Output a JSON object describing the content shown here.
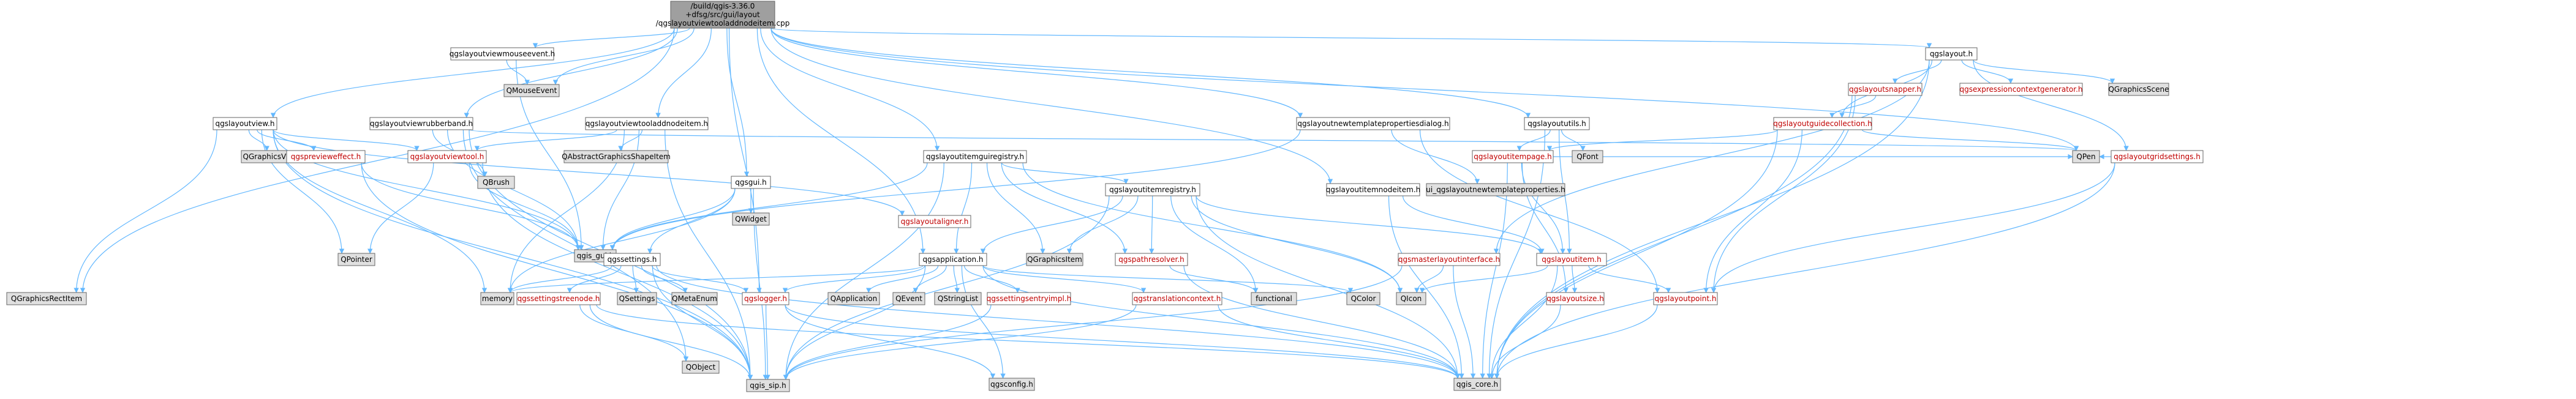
{
  "graph": {
    "colors": {
      "root_fill": "#9f9f9f",
      "node_fill": "#ffffff",
      "system_fill": "#e0e0e0",
      "border": "#666666",
      "edge": "#63b8ff",
      "text": "#000000",
      "link_text": "#c00000"
    },
    "nodes": [
      {
        "id": "root",
        "kind": "root",
        "lines": [
          "/build/qgis-3.36.0",
          "+dfsg/src/gui/layout",
          "/qgslayoutviewtooladdnodeitem.cpp"
        ]
      },
      {
        "id": "n_viewmouseevent",
        "kind": "plain",
        "lines": [
          "qgslayoutviewmouseevent.h"
        ]
      },
      {
        "id": "n_qmouseevent",
        "kind": "system",
        "lines": [
          "QMouseEvent"
        ]
      },
      {
        "id": "n_layoutview",
        "kind": "plain",
        "lines": [
          "qgslayoutview.h"
        ]
      },
      {
        "id": "n_rubberband",
        "kind": "plain",
        "lines": [
          "qgslayoutviewrubberband.h"
        ]
      },
      {
        "id": "n_tooladdnode_h",
        "kind": "plain",
        "lines": [
          "qgslayoutviewtooladdnodeitem.h"
        ]
      },
      {
        "id": "n_qgsgui",
        "kind": "plain",
        "lines": [
          "qgsgui.h"
        ]
      },
      {
        "id": "n_itemregistry_gui",
        "kind": "plain",
        "lines": [
          "qgslayoutitemguiregistry.h"
        ]
      },
      {
        "id": "n_newtemplateprops",
        "kind": "plain",
        "lines": [
          "qgslayoutnewtemplatepropertiesdialog.h"
        ]
      },
      {
        "id": "n_layoututils",
        "kind": "plain",
        "lines": [
          "qgslayoututils.h"
        ]
      },
      {
        "id": "n_layout",
        "kind": "plain",
        "lines": [
          "qgslayout.h"
        ]
      },
      {
        "id": "n_qgraphicsview",
        "kind": "system",
        "lines": [
          "QGraphicsView"
        ]
      },
      {
        "id": "n_preview",
        "kind": "link",
        "lines": [
          "qgspreviewеffect.h"
        ]
      },
      {
        "id": "n_viewtool",
        "kind": "link",
        "lines": [
          "qgslayoutviewtool.h"
        ]
      },
      {
        "id": "n_qbrush",
        "kind": "system",
        "lines": [
          "QBrush"
        ]
      },
      {
        "id": "n_qabstractgraphics",
        "kind": "system",
        "lines": [
          "QAbstractGraphicsShapeItem"
        ]
      },
      {
        "id": "n_qwidget",
        "kind": "system",
        "lines": [
          "QWidget"
        ]
      },
      {
        "id": "n_aligner",
        "kind": "link",
        "lines": [
          "qgslayoutaligner.h"
        ]
      },
      {
        "id": "n_itempage",
        "kind": "link",
        "lines": [
          "qgslayoutitempage.h"
        ]
      },
      {
        "id": "n_qfont",
        "kind": "system",
        "lines": [
          "QFont"
        ]
      },
      {
        "id": "n_snapper",
        "kind": "link",
        "lines": [
          "qgslayoutsnapper.h"
        ]
      },
      {
        "id": "n_expressionctx",
        "kind": "link",
        "lines": [
          "qgsexpressioncontextgenerator.h"
        ]
      },
      {
        "id": "n_qgraphicsscene",
        "kind": "system",
        "lines": [
          "QGraphicsScene"
        ]
      },
      {
        "id": "n_guidecoll",
        "kind": "link",
        "lines": [
          "qgslayoutguidecollection.h"
        ]
      },
      {
        "id": "n_gridsettings",
        "kind": "link",
        "lines": [
          "qgslayoutgridsettings.h"
        ]
      },
      {
        "id": "n_qpen",
        "kind": "system",
        "lines": [
          "QPen"
        ]
      },
      {
        "id": "n_qpointer",
        "kind": "system",
        "lines": [
          "QPointer"
        ]
      },
      {
        "id": "n_qgsgui_sys",
        "kind": "system",
        "lines": [
          "qgis_gui.h"
        ]
      },
      {
        "id": "n_itemregistry",
        "kind": "plain",
        "lines": [
          "qgslayoutitemregistry.h"
        ]
      },
      {
        "id": "n_uinewtemplate",
        "kind": "system",
        "lines": [
          "ui_qgslayoutnewtemplateproperties.h"
        ]
      },
      {
        "id": "n_itemnodeitem",
        "kind": "plain",
        "lines": [
          "qgslayoutitemnodeitem.h"
        ]
      },
      {
        "id": "n_settings",
        "kind": "plain",
        "lines": [
          "qgssettings.h"
        ]
      },
      {
        "id": "n_qgsapplication",
        "kind": "plain",
        "lines": [
          "qgsapplication.h"
        ]
      },
      {
        "id": "n_qgraphicsitem",
        "kind": "system",
        "lines": [
          "QGraphicsItem"
        ]
      },
      {
        "id": "n_pathresolver",
        "kind": "link",
        "lines": [
          "qgspathresolver.h"
        ]
      },
      {
        "id": "n_masterlayout",
        "kind": "link",
        "lines": [
          "qgsmasterlayoutinterface.h"
        ]
      },
      {
        "id": "n_layoutitem",
        "kind": "link",
        "lines": [
          "qgslayoutitem.h"
        ]
      },
      {
        "id": "n_qgraphicsrect",
        "kind": "system",
        "lines": [
          "QGraphicsRectItem"
        ]
      },
      {
        "id": "n_memory",
        "kind": "system",
        "lines": [
          "memory"
        ]
      },
      {
        "id": "n_settingstree",
        "kind": "link",
        "lines": [
          "qgssettingstreenode.h"
        ]
      },
      {
        "id": "n_qsettings",
        "kind": "system",
        "lines": [
          "QSettings"
        ]
      },
      {
        "id": "n_qmetaenum",
        "kind": "system",
        "lines": [
          "QMetaEnum"
        ]
      },
      {
        "id": "n_logger",
        "kind": "link",
        "lines": [
          "qgslogger.h"
        ]
      },
      {
        "id": "n_qapplication",
        "kind": "system",
        "lines": [
          "QApplication"
        ]
      },
      {
        "id": "n_qevent",
        "kind": "system",
        "lines": [
          "QEvent"
        ]
      },
      {
        "id": "n_qstringlist",
        "kind": "system",
        "lines": [
          "QStringList"
        ]
      },
      {
        "id": "n_settingsentry",
        "kind": "link",
        "lines": [
          "qgssettingsentryimpl.h"
        ]
      },
      {
        "id": "n_translation",
        "kind": "link",
        "lines": [
          "qgstranslationcontext.h"
        ]
      },
      {
        "id": "n_functional",
        "kind": "system",
        "lines": [
          "functional"
        ]
      },
      {
        "id": "n_qcolor",
        "kind": "system",
        "lines": [
          "QColor"
        ]
      },
      {
        "id": "n_qicon",
        "kind": "system",
        "lines": [
          "QIcon"
        ]
      },
      {
        "id": "n_layoutsize",
        "kind": "link",
        "lines": [
          "qgslayoutsize.h"
        ]
      },
      {
        "id": "n_layoutpoint",
        "kind": "link",
        "lines": [
          "qgslayoutpoint.h"
        ]
      },
      {
        "id": "n_qobject",
        "kind": "system",
        "lines": [
          "QObject"
        ]
      },
      {
        "id": "n_qgis_sip",
        "kind": "system",
        "lines": [
          "qgis_sip.h"
        ]
      },
      {
        "id": "n_qgsconfig",
        "kind": "system",
        "lines": [
          "qgsconfig.h"
        ]
      },
      {
        "id": "n_qgis_core",
        "kind": "system",
        "lines": [
          "qgis_core.h"
        ]
      }
    ],
    "edges": [
      [
        "root",
        "n_viewmouseevent"
      ],
      [
        "root",
        "n_qmouseevent"
      ],
      [
        "root",
        "n_layoutview"
      ],
      [
        "root",
        "n_rubberband"
      ],
      [
        "root",
        "n_tooladdnode_h"
      ],
      [
        "root",
        "n_qgsgui"
      ],
      [
        "root",
        "n_itemregistry_gui"
      ],
      [
        "root",
        "n_newtemplateprops"
      ],
      [
        "root",
        "n_layoututils"
      ],
      [
        "root",
        "n_layout"
      ],
      [
        "root",
        "n_qgraphicsrect"
      ],
      [
        "root",
        "n_logger"
      ],
      [
        "root",
        "n_qgsapplication"
      ],
      [
        "root",
        "n_itemnodeitem"
      ],
      [
        "root",
        "n_qpen"
      ],
      [
        "n_viewmouseevent",
        "n_qmouseevent"
      ],
      [
        "n_viewmouseevent",
        "n_qgsgui_sys"
      ],
      [
        "n_layoutview",
        "n_qgraphicsview"
      ],
      [
        "n_layoutview",
        "n_preview"
      ],
      [
        "n_layoutview",
        "n_viewtool"
      ],
      [
        "n_layoutview",
        "n_qgsgui_sys"
      ],
      [
        "n_layoutview",
        "n_qpointer"
      ],
      [
        "n_layoutview",
        "n_aligner"
      ],
      [
        "n_layoutview",
        "n_qgraphicsrect"
      ],
      [
        "n_layoutview",
        "n_memory"
      ],
      [
        "n_layoutview",
        "n_qgis_sip"
      ],
      [
        "n_rubberband",
        "n_qbrush"
      ],
      [
        "n_rubberband",
        "n_qgsgui_sys"
      ],
      [
        "n_rubberband",
        "n_qpen"
      ],
      [
        "n_rubberband",
        "n_qobject"
      ],
      [
        "n_rubberband",
        "n_qgis_sip"
      ],
      [
        "n_tooladdnode_h",
        "n_viewtool"
      ],
      [
        "n_tooladdnode_h",
        "n_qabstractgraphics"
      ],
      [
        "n_tooladdnode_h",
        "n_qgsgui_sys"
      ],
      [
        "n_tooladdnode_h",
        "n_memory"
      ],
      [
        "n_tooladdnode_h",
        "n_qgis_sip"
      ],
      [
        "n_qgsgui",
        "n_qwidget"
      ],
      [
        "n_qgsgui",
        "n_qgsgui_sys"
      ],
      [
        "n_qgsgui",
        "n_settings"
      ],
      [
        "n_qgsgui",
        "n_memory"
      ],
      [
        "n_qgsgui",
        "n_qgis_sip"
      ],
      [
        "n_itemregistry_gui",
        "n_qgsgui_sys"
      ],
      [
        "n_itemregistry_gui",
        "n_itemregistry"
      ],
      [
        "n_itemregistry_gui",
        "n_qgraphicsitem"
      ],
      [
        "n_itemregistry_gui",
        "n_pathresolver"
      ],
      [
        "n_itemregistry_gui",
        "n_qicon"
      ],
      [
        "n_itemregistry_gui",
        "n_qgis_sip"
      ],
      [
        "n_itemregistry_gui",
        "n_qgsapplication"
      ],
      [
        "n_newtemplateprops",
        "n_uinewtemplate"
      ],
      [
        "n_newtemplateprops",
        "n_layoutpoint"
      ],
      [
        "n_newtemplateprops",
        "n_qgsgui_sys"
      ],
      [
        "n_layoututils",
        "n_itempage"
      ],
      [
        "n_layoututils",
        "n_qfont"
      ],
      [
        "n_layoututils",
        "n_qgis_core"
      ],
      [
        "n_layoututils",
        "n_layoutitem"
      ],
      [
        "n_layout",
        "n_qgraphicsscene"
      ],
      [
        "n_layout",
        "n_snapper"
      ],
      [
        "n_layout",
        "n_expressionctx"
      ],
      [
        "n_layout",
        "n_guidecoll"
      ],
      [
        "n_layout",
        "n_gridsettings"
      ],
      [
        "n_layout",
        "n_masterlayout"
      ],
      [
        "n_layout",
        "n_qgis_core"
      ],
      [
        "n_snapper",
        "n_guidecoll"
      ],
      [
        "n_snapper",
        "n_layoutpoint"
      ],
      [
        "n_snapper",
        "n_qgis_core"
      ],
      [
        "n_guidecoll",
        "n_itempage"
      ],
      [
        "n_guidecoll",
        "n_qpen"
      ],
      [
        "n_guidecoll",
        "n_layoutpoint"
      ],
      [
        "n_guidecoll",
        "n_qgis_core"
      ],
      [
        "n_gridsettings",
        "n_qpen"
      ],
      [
        "n_gridsettings",
        "n_layoutpoint"
      ],
      [
        "n_gridsettings",
        "n_qgis_core"
      ],
      [
        "n_itempage",
        "n_layoutitem"
      ],
      [
        "n_itempage",
        "n_layoutsize"
      ],
      [
        "n_itempage",
        "n_qpen"
      ],
      [
        "n_itempage",
        "n_qgis_core"
      ],
      [
        "n_viewtool",
        "n_qpointer"
      ],
      [
        "n_viewtool",
        "n_qgsgui_sys"
      ],
      [
        "n_viewtool",
        "n_qgis_sip"
      ],
      [
        "n_preview",
        "n_qgsgui_sys"
      ],
      [
        "n_preview",
        "n_qgis_sip"
      ],
      [
        "n_itemregistry",
        "n_qgsapplication"
      ],
      [
        "n_itemregistry",
        "n_pathresolver"
      ],
      [
        "n_itemregistry",
        "n_qgraphicsitem"
      ],
      [
        "n_itemregistry",
        "n_qicon"
      ],
      [
        "n_itemregistry",
        "n_functional"
      ],
      [
        "n_itemregistry",
        "n_layoutitem"
      ],
      [
        "n_itemregistry",
        "n_qgis_core"
      ],
      [
        "n_itemregistry",
        "n_qgis_sip"
      ],
      [
        "n_itemnodeitem",
        "n_layoutitem"
      ],
      [
        "n_itemnodeitem",
        "n_qgis_core"
      ],
      [
        "n_settings",
        "n_qsettings"
      ],
      [
        "n_settings",
        "n_qmetaenum"
      ],
      [
        "n_settings",
        "n_logger"
      ],
      [
        "n_settings",
        "n_settingstree"
      ],
      [
        "n_settings",
        "n_memory"
      ],
      [
        "n_settings",
        "n_qgis_core"
      ],
      [
        "n_settings",
        "n_qgis_sip"
      ],
      [
        "n_qgsapplication",
        "n_qapplication"
      ],
      [
        "n_qgsapplication",
        "n_qevent"
      ],
      [
        "n_qgsapplication",
        "n_qstringlist"
      ],
      [
        "n_qgsapplication",
        "n_settingsentry"
      ],
      [
        "n_qgsapplication",
        "n_translation"
      ],
      [
        "n_qgsapplication",
        "n_qcolor"
      ],
      [
        "n_qgsapplication",
        "n_qgis_core"
      ],
      [
        "n_qgsapplication",
        "n_qgsconfig"
      ],
      [
        "n_qgsapplication",
        "n_qgis_sip"
      ],
      [
        "n_qgsapplication",
        "n_memory"
      ],
      [
        "n_qgsapplication",
        "n_logger"
      ],
      [
        "n_pathresolver",
        "n_functional"
      ],
      [
        "n_pathresolver",
        "n_qgis_core"
      ],
      [
        "n_masterlayout",
        "n_qicon"
      ],
      [
        "n_masterlayout",
        "n_qgis_core"
      ],
      [
        "n_masterlayout",
        "n_qgis_sip"
      ],
      [
        "n_layoutitem",
        "n_qicon"
      ],
      [
        "n_layoutitem",
        "n_layoutsize"
      ],
      [
        "n_layoutitem",
        "n_layoutpoint"
      ],
      [
        "n_layoutitem",
        "n_qgis_core"
      ],
      [
        "n_settingstree",
        "n_qobject"
      ],
      [
        "n_settingstree",
        "n_qgis_sip"
      ],
      [
        "n_settingstree",
        "n_qgis_core"
      ],
      [
        "n_logger",
        "n_qgsconfig"
      ],
      [
        "n_logger",
        "n_qgis_core"
      ],
      [
        "n_logger",
        "n_qgis_sip"
      ],
      [
        "n_translation",
        "n_qgis_core"
      ],
      [
        "n_translation",
        "n_qgis_sip"
      ],
      [
        "n_layoutsize",
        "n_qgis_core"
      ],
      [
        "n_layoutpoint",
        "n_qgis_core"
      ],
      [
        "n_settingsentry",
        "n_qgis_sip"
      ]
    ]
  }
}
